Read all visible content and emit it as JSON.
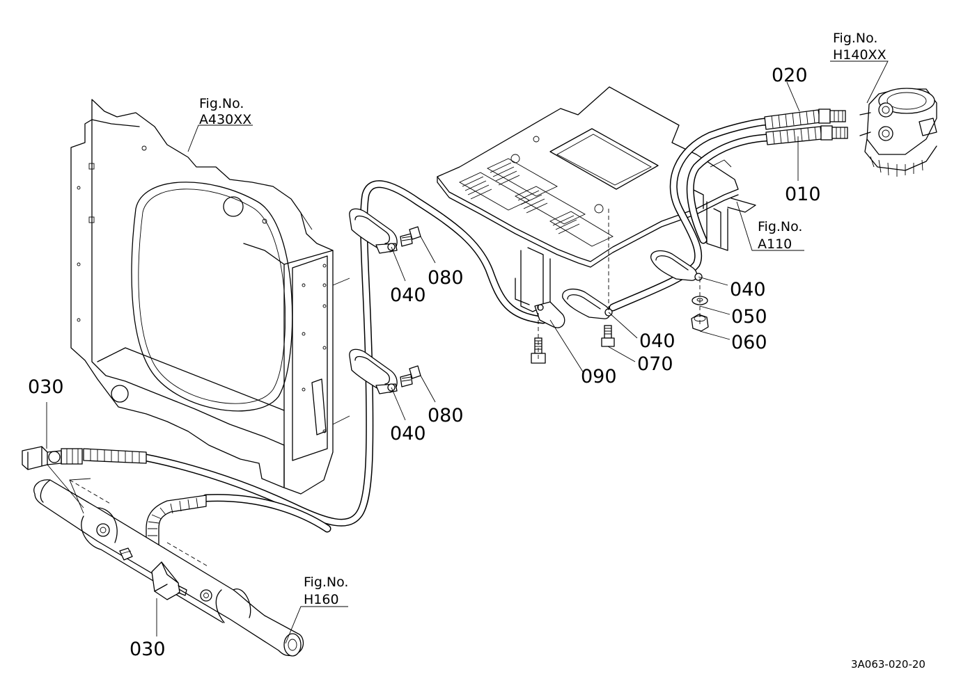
{
  "parts": {
    "p010": "010",
    "p020": "020",
    "p030a": "030",
    "p030b": "030",
    "p040a": "040",
    "p040b": "040",
    "p040c": "040",
    "p040d": "040",
    "p050": "050",
    "p060": "060",
    "p070": "070",
    "p080a": "080",
    "p080b": "080",
    "p090": "090"
  },
  "figrefs": {
    "a430": {
      "line1": "Fig.No.",
      "line2": "A430XX"
    },
    "h140": {
      "line1": "Fig.No.",
      "line2": "H140XX"
    },
    "a110": {
      "line1": "Fig.No.",
      "line2": "A110"
    },
    "h160": {
      "line1": "Fig.No.",
      "line2": "H160"
    }
  },
  "drawing_code": "3A063-020-20"
}
